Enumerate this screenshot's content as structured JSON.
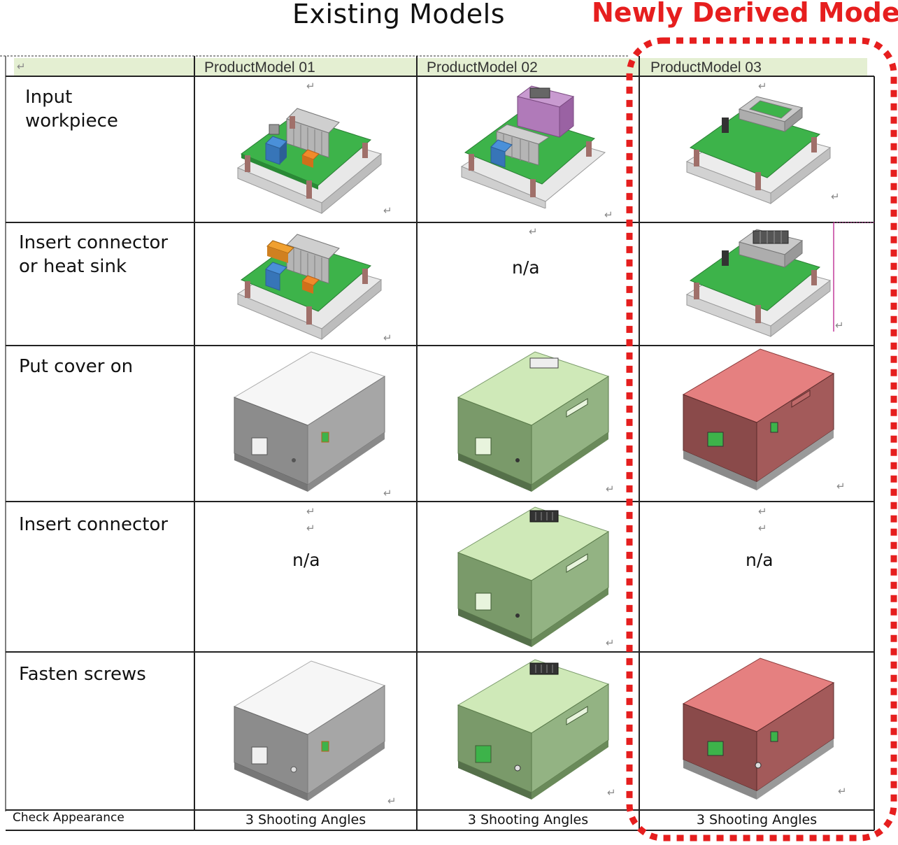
{
  "headings": {
    "existing": "Existing Models",
    "newly_derived": "Newly Derived Model"
  },
  "columns": [
    "ProductModel 01",
    "ProductModel 02",
    "ProductModel 03"
  ],
  "rows": [
    {
      "label": "Input\nworkpiece"
    },
    {
      "label": "Insert connector\nor heat sink"
    },
    {
      "label": "Put cover on"
    },
    {
      "label": "Insert connector"
    },
    {
      "label": "Fasten screws"
    }
  ],
  "na_text": "n/a",
  "footer": {
    "label": "Check Appearance",
    "values": [
      "3 Shooting Angles",
      "3 Shooting Angles",
      "3 Shooting Angles"
    ]
  },
  "return_mark": "↵",
  "colors": {
    "highlight": "#e61e1e",
    "header_fill": "#e4efd2",
    "board": "#3db34a",
    "cover_model01": "#f2f2f2",
    "cover_model02": "#cfe9b8",
    "cover_model03": "#d97070"
  },
  "icons": [
    "pcb-board-icon",
    "enclosure-cover-icon"
  ]
}
